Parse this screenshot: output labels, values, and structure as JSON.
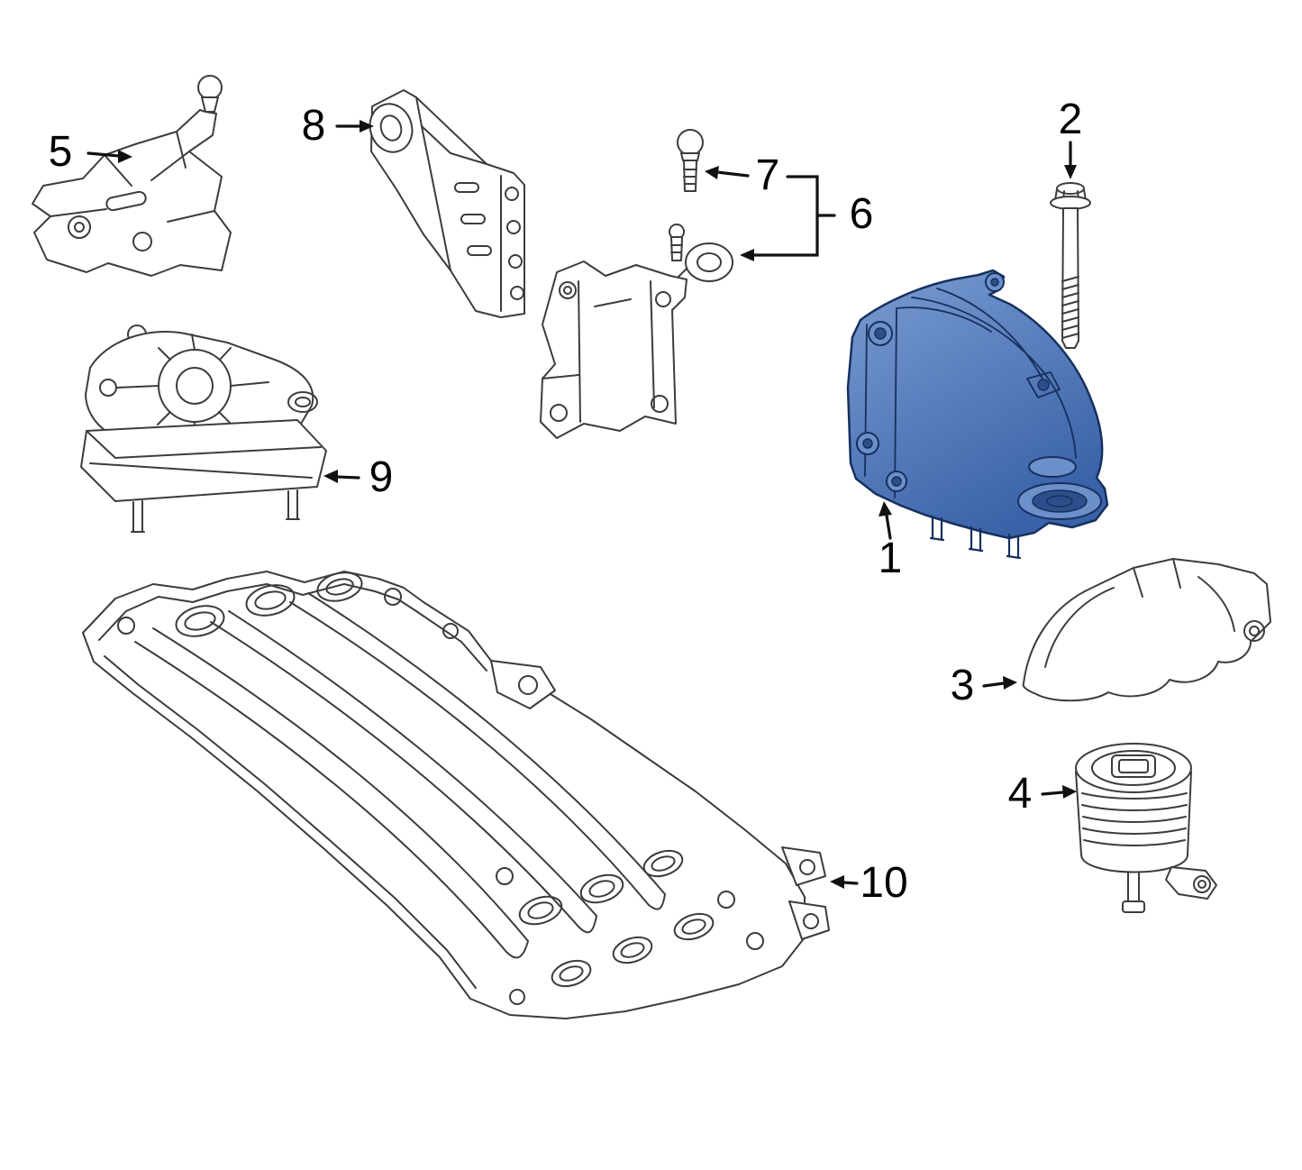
{
  "diagram": {
    "kind": "exploded-parts-diagram",
    "highlighted_part": "1",
    "colors": {
      "background": "#ffffff",
      "line": "#3c3c3c",
      "label": "#000000",
      "highlight_fill": "#3a62a8",
      "highlight_fill_light": "#7b9dd2",
      "highlight_stroke": "#16305e"
    },
    "callouts": [
      {
        "label": "1"
      },
      {
        "label": "2"
      },
      {
        "label": "3"
      },
      {
        "label": "4"
      },
      {
        "label": "5"
      },
      {
        "label": "6"
      },
      {
        "label": "7"
      },
      {
        "label": "8"
      },
      {
        "label": "9"
      },
      {
        "label": "10"
      }
    ]
  }
}
